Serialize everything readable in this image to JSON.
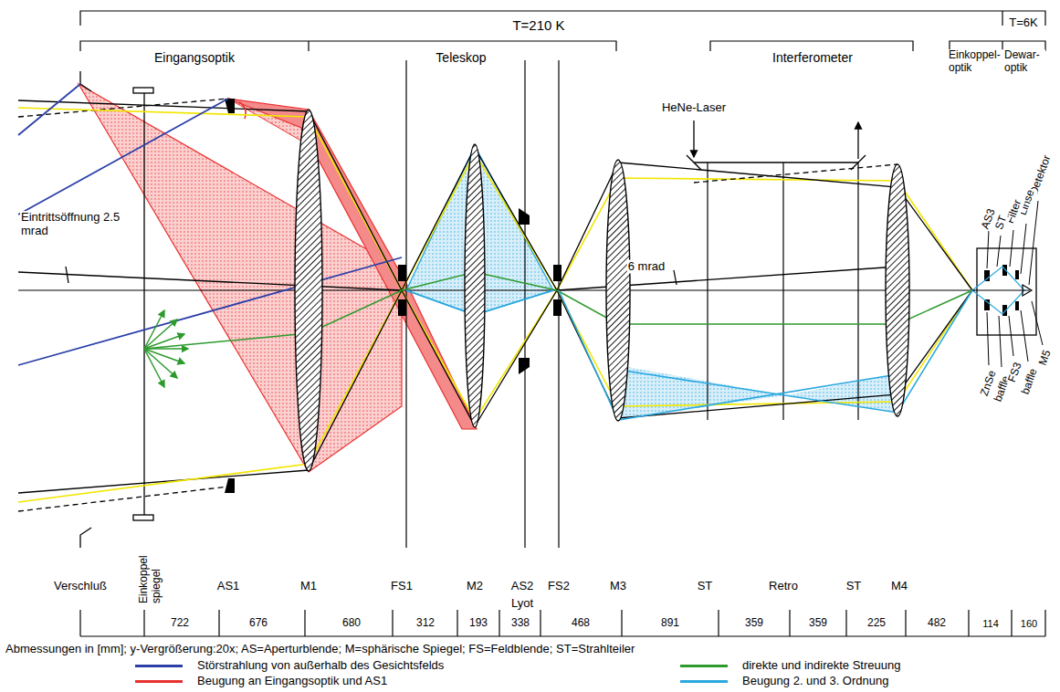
{
  "diagram": {
    "labels": [
      "T=210 K",
      "T=6K",
      "Eingangsoptik",
      "Teleskop",
      "Interferometer",
      "Einkoppel- optik",
      "Dewar- optik",
      "HeNe-Laser",
      "Eintrittsöffnung 2.5 mrad",
      "6 mrad",
      "Detektor",
      "Linse",
      "Filter",
      "ST",
      "AS3",
      "ZnSe",
      "baffle",
      "FS3",
      "baffle",
      "M5",
      "Verschluß",
      "Einkoppel spiegel",
      "AS1",
      "M1",
      "FS1",
      "M2",
      "AS2",
      "FS2",
      "M3",
      "ST",
      "Retro",
      "ST",
      "M4",
      "Lyot",
      "722",
      "676",
      "680",
      "312",
      "193",
      "338",
      "468",
      "891",
      "359",
      "359",
      "225",
      "482",
      "114",
      "160",
      "Abmessungen in [mm]; y-Vergrößerung:20x; AS=Aperturblende; M=sphärische Spiegel; FS=Feldblende; ST=Strahlteiler"
    ],
    "legend": [
      {
        "text": "Störstrahlung von außerhalb des Gesichtsfelds",
        "color": "#2b3fa8"
      },
      {
        "text": "direkte und indirekte Streuung",
        "color": "#2e9a2e"
      },
      {
        "text": "Beugung an Eingangsoptik und AS1",
        "color": "#e8312f"
      },
      {
        "text": "Beugung 2. und 3. Ordnung",
        "color": "#2aa8e0"
      }
    ]
  }
}
